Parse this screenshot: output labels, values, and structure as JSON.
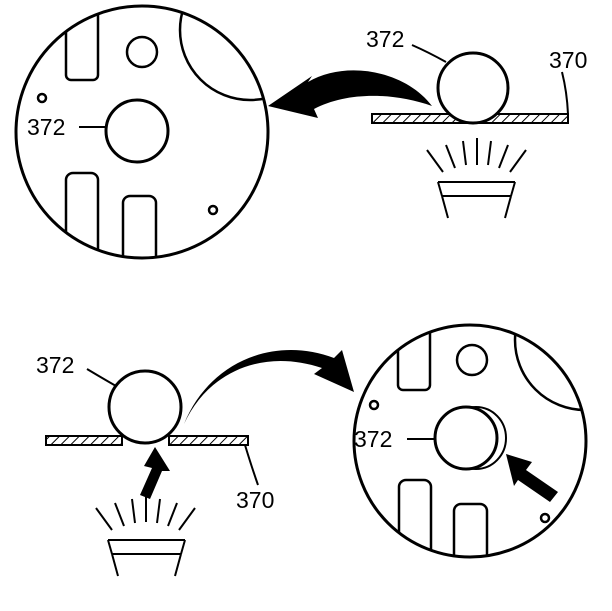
{
  "colors": {
    "ink": "#000000",
    "paper": "#ffffff"
  },
  "labels": {
    "top_ball": "372",
    "top_plate": "370",
    "top_zoom_ball": "372",
    "bottom_ball": "372",
    "bottom_plate": "370",
    "bottom_zoom_ball": "372"
  }
}
